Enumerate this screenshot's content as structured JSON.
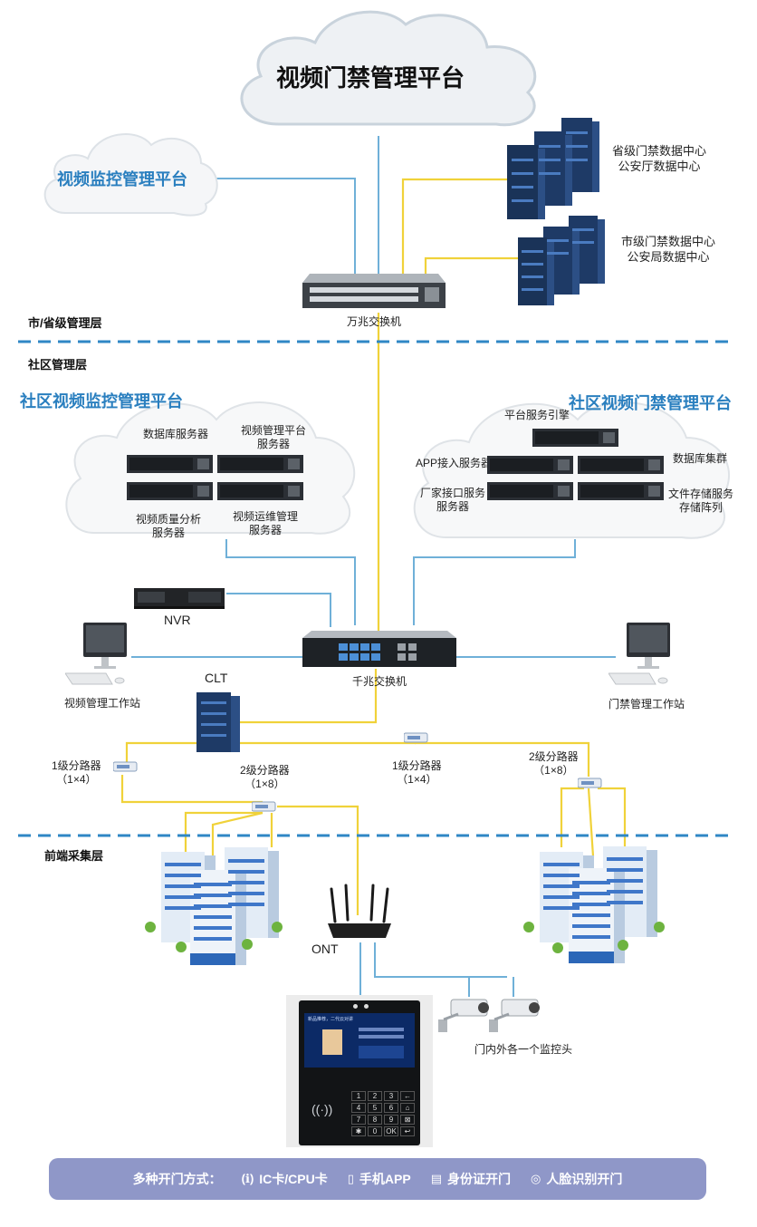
{
  "top_platform": {
    "title": "视频门禁管理平台"
  },
  "left_platform": {
    "title": "视频监控管理平台"
  },
  "data_centers": {
    "provincial": [
      "省级门禁数据中心",
      "公安厅数据中心"
    ],
    "city": [
      "市级门禁数据中心",
      "公安局数据中心"
    ]
  },
  "core_switch": {
    "label": "万兆交换机"
  },
  "layers": {
    "city_province": "市/省级管理层",
    "community": "社区管理层",
    "frontend": "前端采集层"
  },
  "community_video": {
    "title": "社区视频监控管理平台",
    "servers": [
      "数据库服务器",
      "视频管理平台\n服务器",
      "视频质量分析\n服务器",
      "视频运维管理\n服务器"
    ]
  },
  "community_access": {
    "title": "社区视频门禁管理平台",
    "servers": [
      "平台服务引擎",
      "APP接入服务器",
      "数据库集群",
      "厂家接口服务\n服务器",
      "文件存储服务\n存储阵列"
    ]
  },
  "devices": {
    "nvr": "NVR",
    "gigabit_switch": "千兆交换机",
    "clt": "CLT",
    "ont": "ONT",
    "video_workstation": "视频管理工作站",
    "access_workstation": "门禁管理工作站",
    "cameras": "门内外各一个监控头"
  },
  "splitters": {
    "left_1": [
      "1级分路器",
      "（1×4）"
    ],
    "left_2": [
      "2级分路器",
      "（1×8）"
    ],
    "mid_1": [
      "1级分路器",
      "（1×4）"
    ],
    "right_2": [
      "2级分路器",
      "（1×8）"
    ]
  },
  "door_panel": {
    "header": "新品推荐，二代云对讲",
    "keys": [
      "1",
      "2",
      "3",
      "←",
      "4",
      "5",
      "6",
      "⌂",
      "7",
      "8",
      "9",
      "⊠",
      "✱",
      "0",
      "OK",
      "↩"
    ]
  },
  "bottom_bar": {
    "prefix": "多种开门方式：",
    "methods": [
      "IC卡/CPU卡",
      "手机APP",
      "身份证开门",
      "人脸识别开门"
    ]
  },
  "colors": {
    "blue_line": "#6fb0d8",
    "yellow_line": "#f0d23a",
    "dash": "#2f87c5",
    "title_blue": "#2a7fbf",
    "bar": "#8f97c8"
  }
}
